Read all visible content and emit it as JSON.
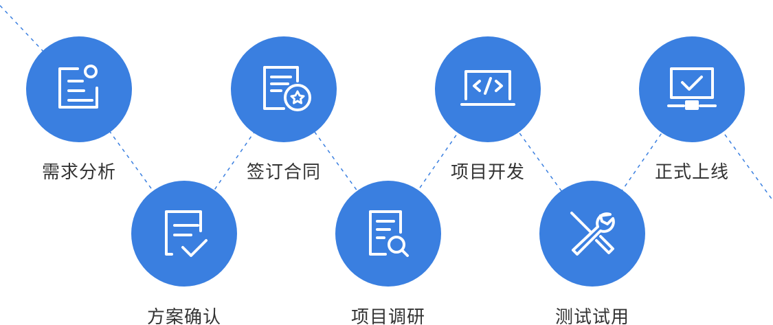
{
  "accent": "#3a7fe0",
  "steps": [
    {
      "label": "需求分析",
      "icon": "document-notification-icon"
    },
    {
      "label": "方案确认",
      "icon": "document-check-icon"
    },
    {
      "label": "签订合同",
      "icon": "contract-star-icon"
    },
    {
      "label": "项目调研",
      "icon": "document-search-icon"
    },
    {
      "label": "项目开发",
      "icon": "laptop-code-icon"
    },
    {
      "label": "测试试用",
      "icon": "tools-icon"
    },
    {
      "label": "正式上线",
      "icon": "monitor-check-icon"
    }
  ]
}
